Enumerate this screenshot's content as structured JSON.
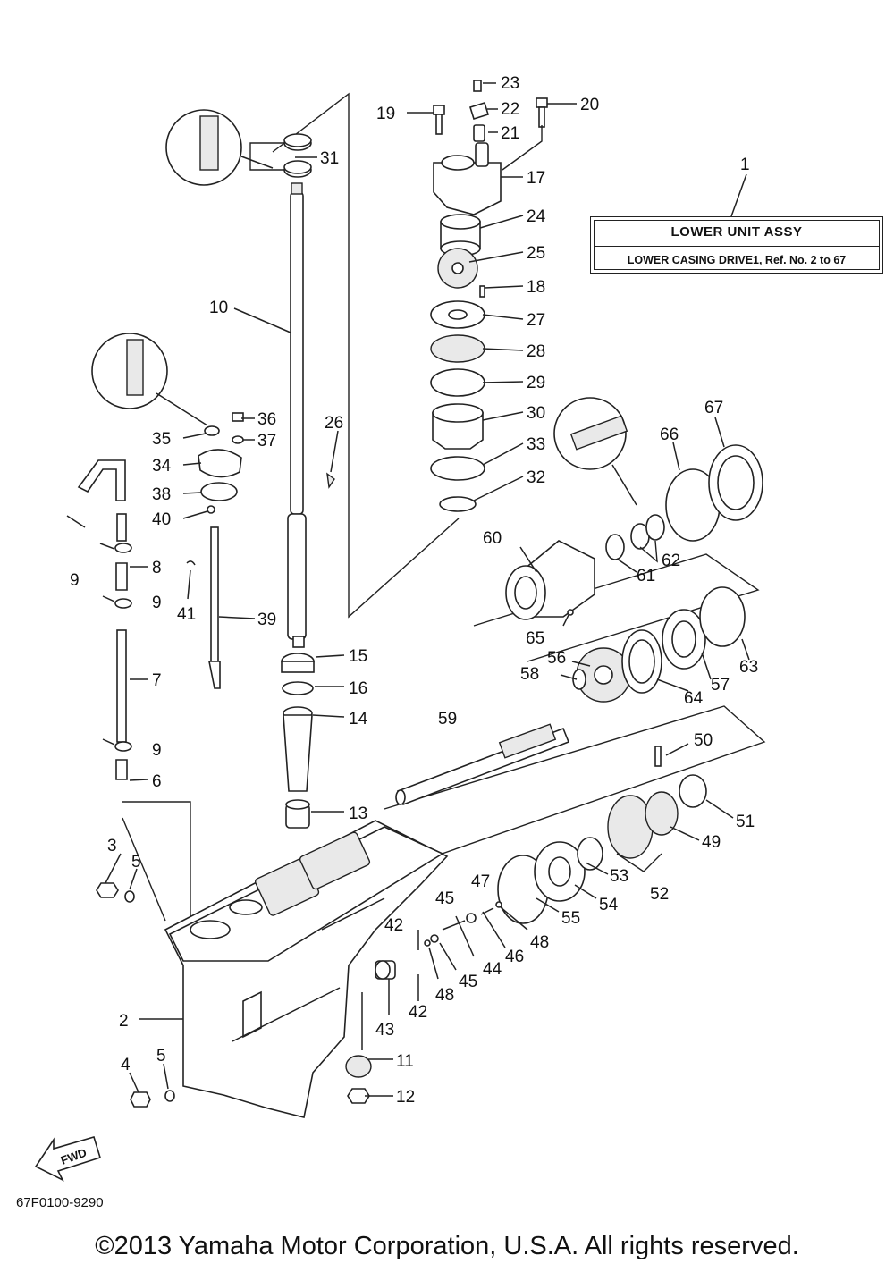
{
  "assembly": {
    "ref_number": "1",
    "title": "LOWER UNIT ASSY",
    "subtitle": "LOWER CASING DRIVE1, Ref. No. 2 to 67"
  },
  "callouts": [
    "2",
    "3",
    "4",
    "5",
    "6",
    "7",
    "8",
    "9",
    "10",
    "11",
    "12",
    "13",
    "14",
    "15",
    "16",
    "17",
    "18",
    "19",
    "20",
    "21",
    "22",
    "23",
    "24",
    "25",
    "26",
    "27",
    "28",
    "29",
    "30",
    "31",
    "32",
    "33",
    "34",
    "35",
    "36",
    "37",
    "38",
    "39",
    "40",
    "41",
    "42",
    "43",
    "44",
    "45",
    "46",
    "47",
    "48",
    "49",
    "50",
    "51",
    "52",
    "53",
    "54",
    "55",
    "56",
    "57",
    "58",
    "59",
    "60",
    "61",
    "62",
    "63",
    "64",
    "65",
    "66",
    "67"
  ],
  "direction_marker": "FWD",
  "diagram_code": "67F0100-9290",
  "copyright": "©2013 Yamaha Motor Corporation, U.S.A. All rights reserved."
}
